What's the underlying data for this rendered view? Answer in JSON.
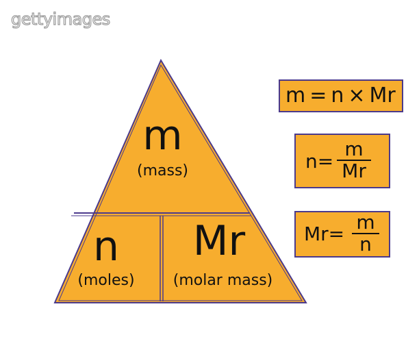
{
  "watermark": "gettyimages",
  "triangle": {
    "top_symbol": "m",
    "top_label": "(mass)",
    "left_symbol": "n",
    "left_label": "(moles)",
    "right_symbol": "Mr",
    "right_label": "(molar mass)"
  },
  "formulas": {
    "mass": "m = n × Mr",
    "moles_lhs": "n=",
    "moles_num": "m",
    "moles_den": "Mr",
    "molar_lhs": "Mr=",
    "molar_num": "m",
    "molar_den": "n"
  },
  "colors": {
    "fill": "#F7AD2E",
    "outline": "#4B3A8C",
    "text": "#111111"
  }
}
